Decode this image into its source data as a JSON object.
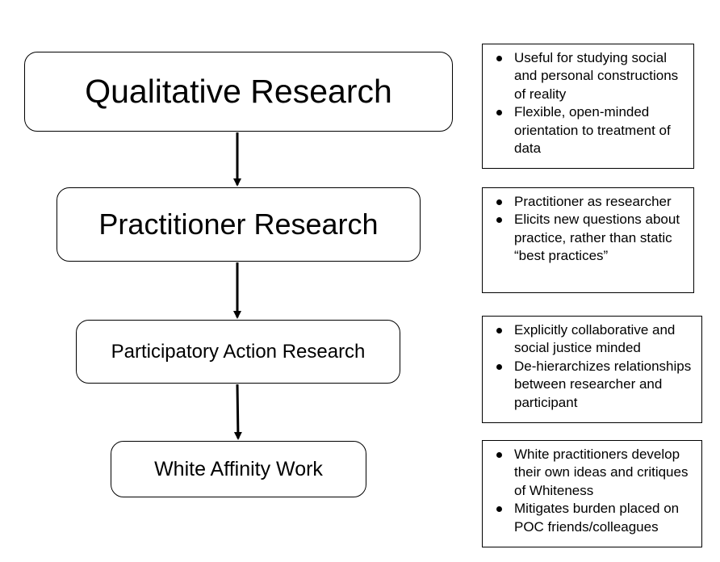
{
  "nodes": [
    {
      "label": "Qualitative Research"
    },
    {
      "label": "Practitioner Research"
    },
    {
      "label": "Participatory Action Research"
    },
    {
      "label": "White Affinity Work"
    }
  ],
  "notes": [
    {
      "items": [
        "Useful for studying social and personal constructions of reality",
        "Flexible, open-minded orientation to treatment of data"
      ]
    },
    {
      "items": [
        "Practitioner as researcher",
        "Elicits new questions about practice, rather than static “best practices”"
      ]
    },
    {
      "items": [
        "Explicitly collaborative and social justice minded",
        "De-hierarchizes relationships between researcher and participant"
      ]
    },
    {
      "items": [
        "White practitioners develop their own ideas and critiques of Whiteness",
        "Mitigates burden placed on POC friends/colleagues"
      ]
    }
  ]
}
